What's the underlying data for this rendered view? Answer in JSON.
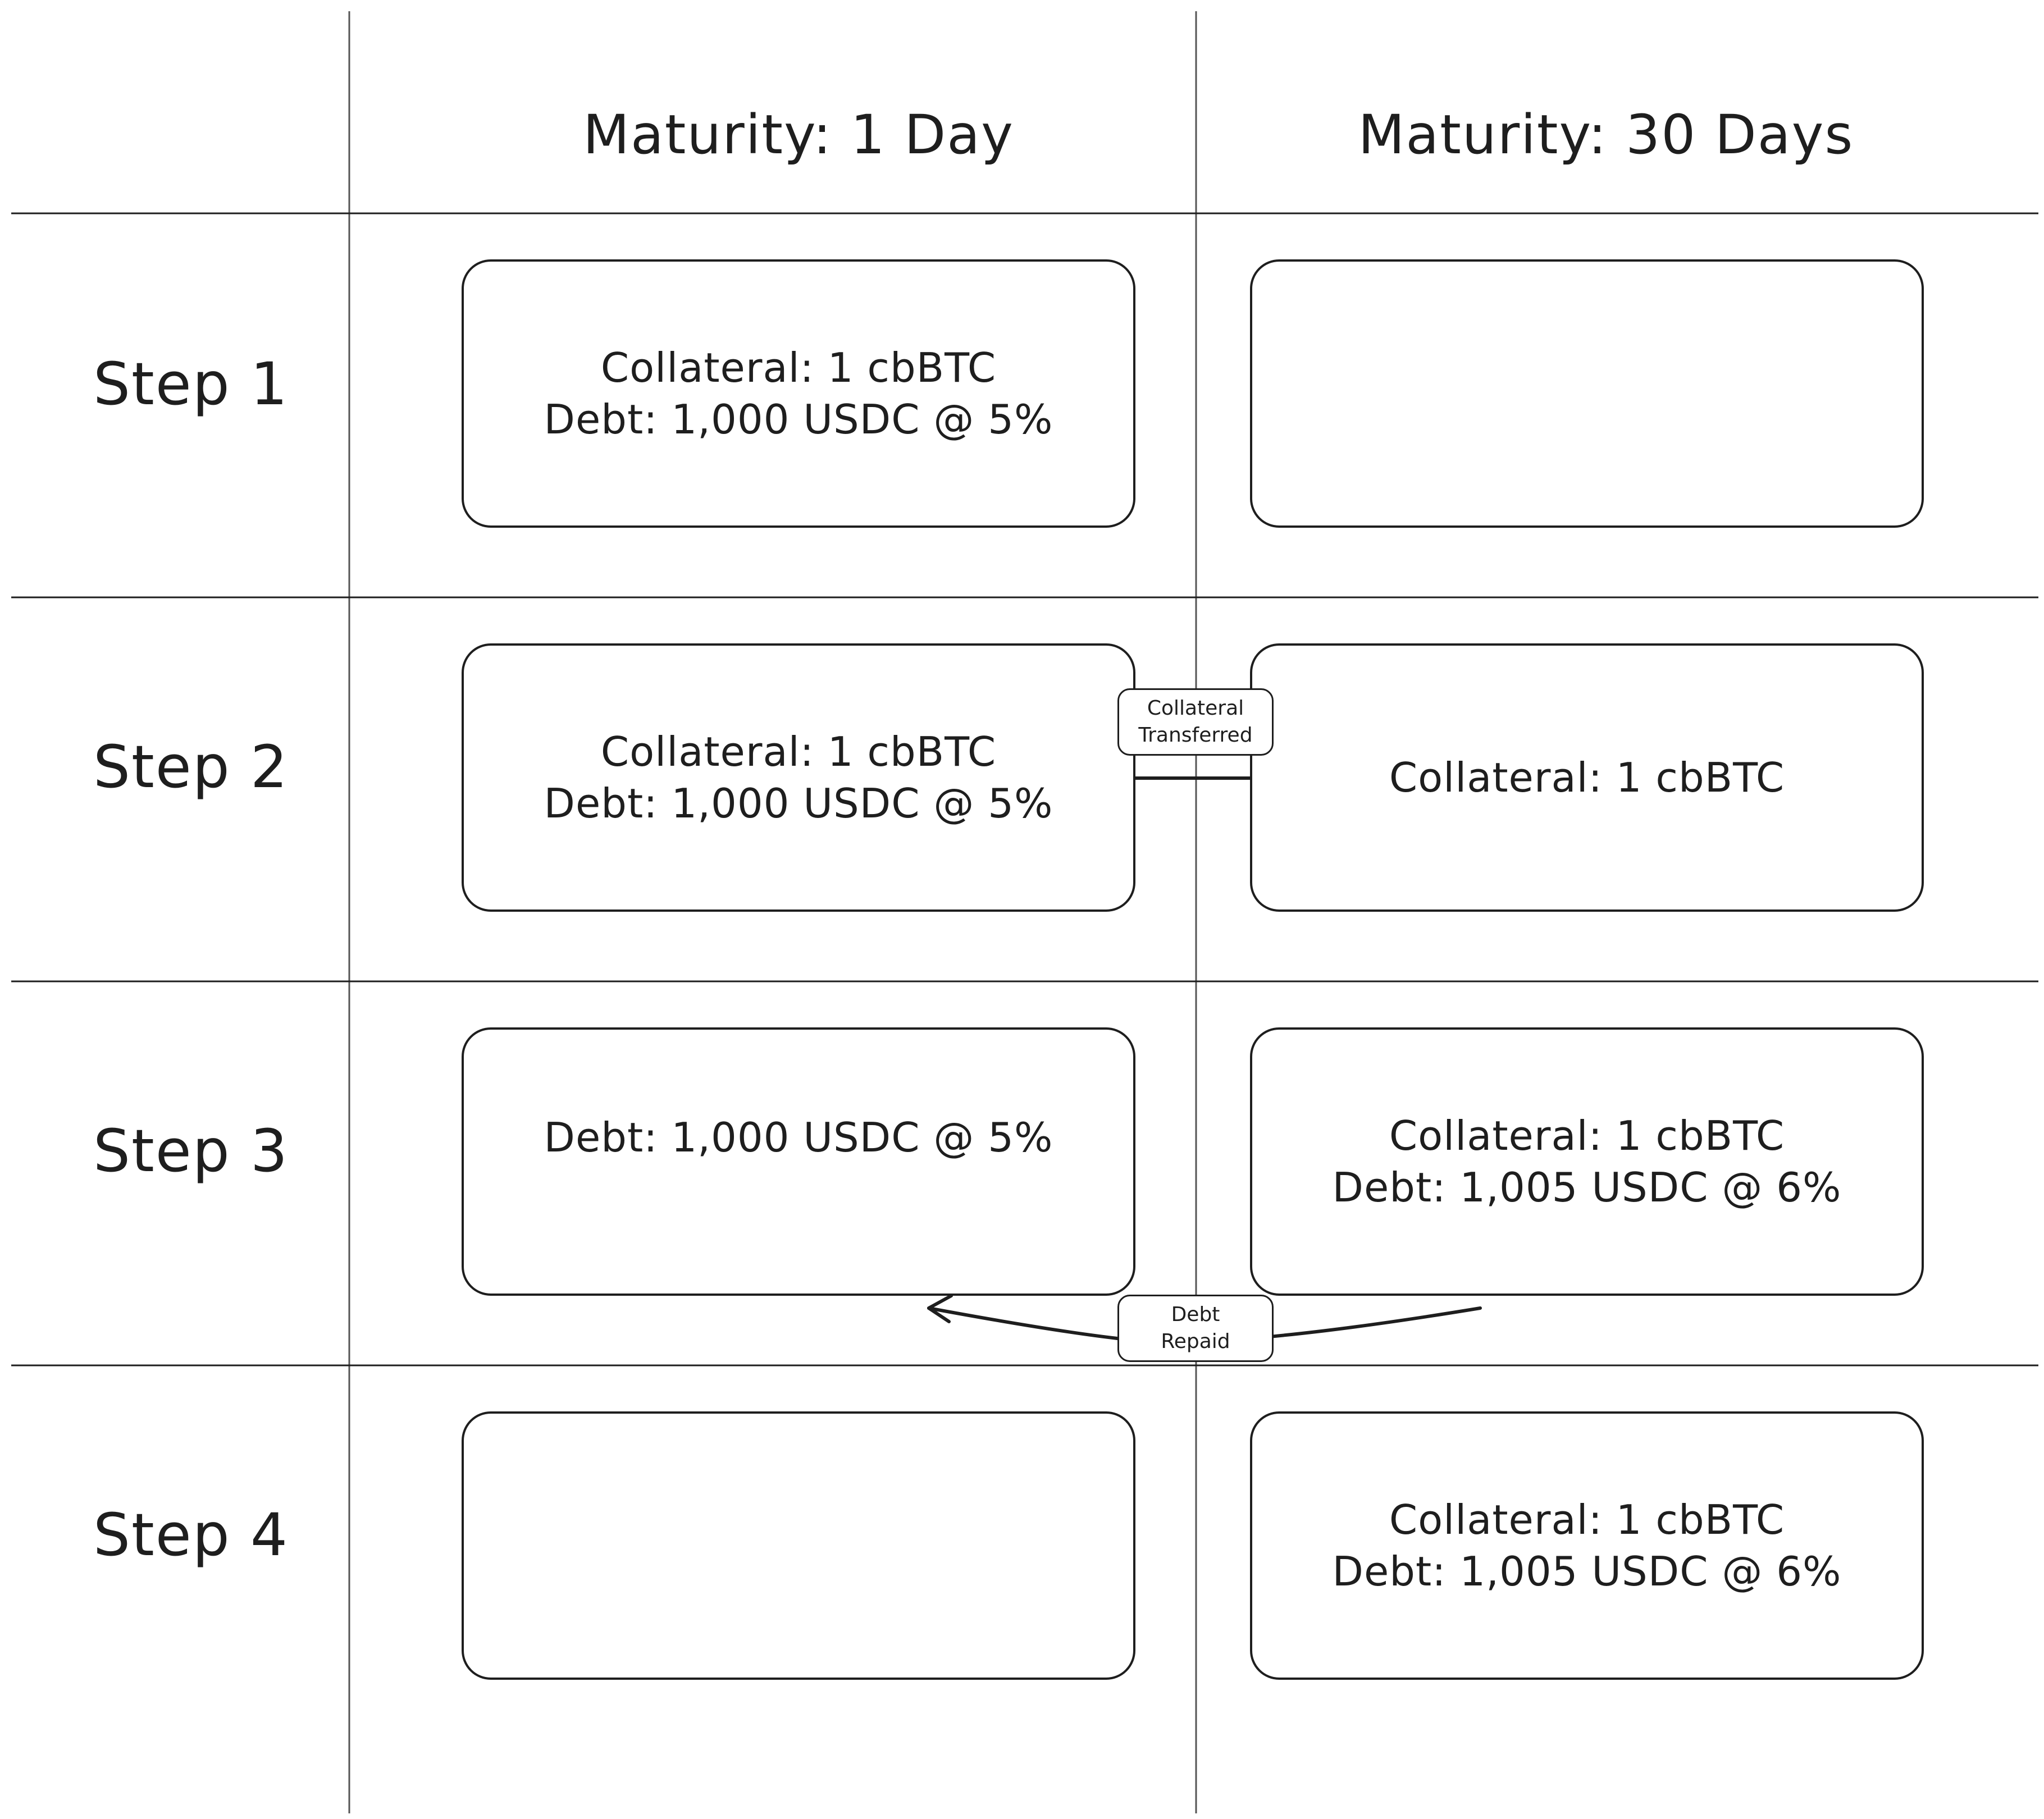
{
  "columns": [
    "Maturity: 1 Day",
    "Maturity: 30 Days"
  ],
  "steps": [
    {
      "label": "Step 1",
      "day1": [
        "Collateral: 1 cbBTC",
        "Debt: 1,000 USDC @ 5%"
      ],
      "day30": []
    },
    {
      "label": "Step 2",
      "day1": [
        "Collateral: 1 cbBTC",
        "Debt: 1,000 USDC @ 5%"
      ],
      "day30": [
        "Collateral: 1 cbBTC"
      ]
    },
    {
      "label": "Step 3",
      "day1": [
        "Debt: 1,000 USDC @ 5%"
      ],
      "day30": [
        "Collateral: 1 cbBTC",
        "Debt: 1,005 USDC @ 6%"
      ]
    },
    {
      "label": "Step 4",
      "day1": [],
      "day30": [
        "Collateral: 1 cbBTC",
        "Debt: 1,005 USDC @ 6%"
      ]
    }
  ],
  "edges": {
    "collateral_transferred": [
      "Collateral",
      "Transferred"
    ],
    "debt_repaid": [
      "Debt",
      "Repaid"
    ]
  }
}
